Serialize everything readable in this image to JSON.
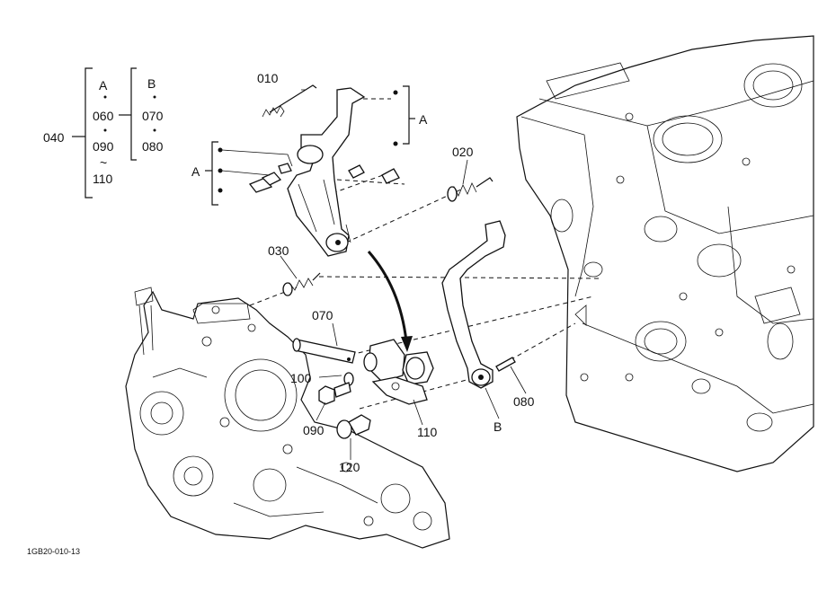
{
  "labels": {
    "p010": "010",
    "p020": "020",
    "p030": "030",
    "p040": "040",
    "p060": "060",
    "p070_legend": "070",
    "p070": "070",
    "p080_legend": "080",
    "p080": "080",
    "p090_legend": "090",
    "p090": "090",
    "p100": "100",
    "p110_legend": "110",
    "p110": "110",
    "p120": "120",
    "ref_a_legend": "A",
    "ref_b_legend": "B",
    "ref_a_top": "A",
    "ref_a_left": "A",
    "ref_b_bottom": "B",
    "tilde": "~"
  },
  "drawing_code": "1GB20-010-13"
}
